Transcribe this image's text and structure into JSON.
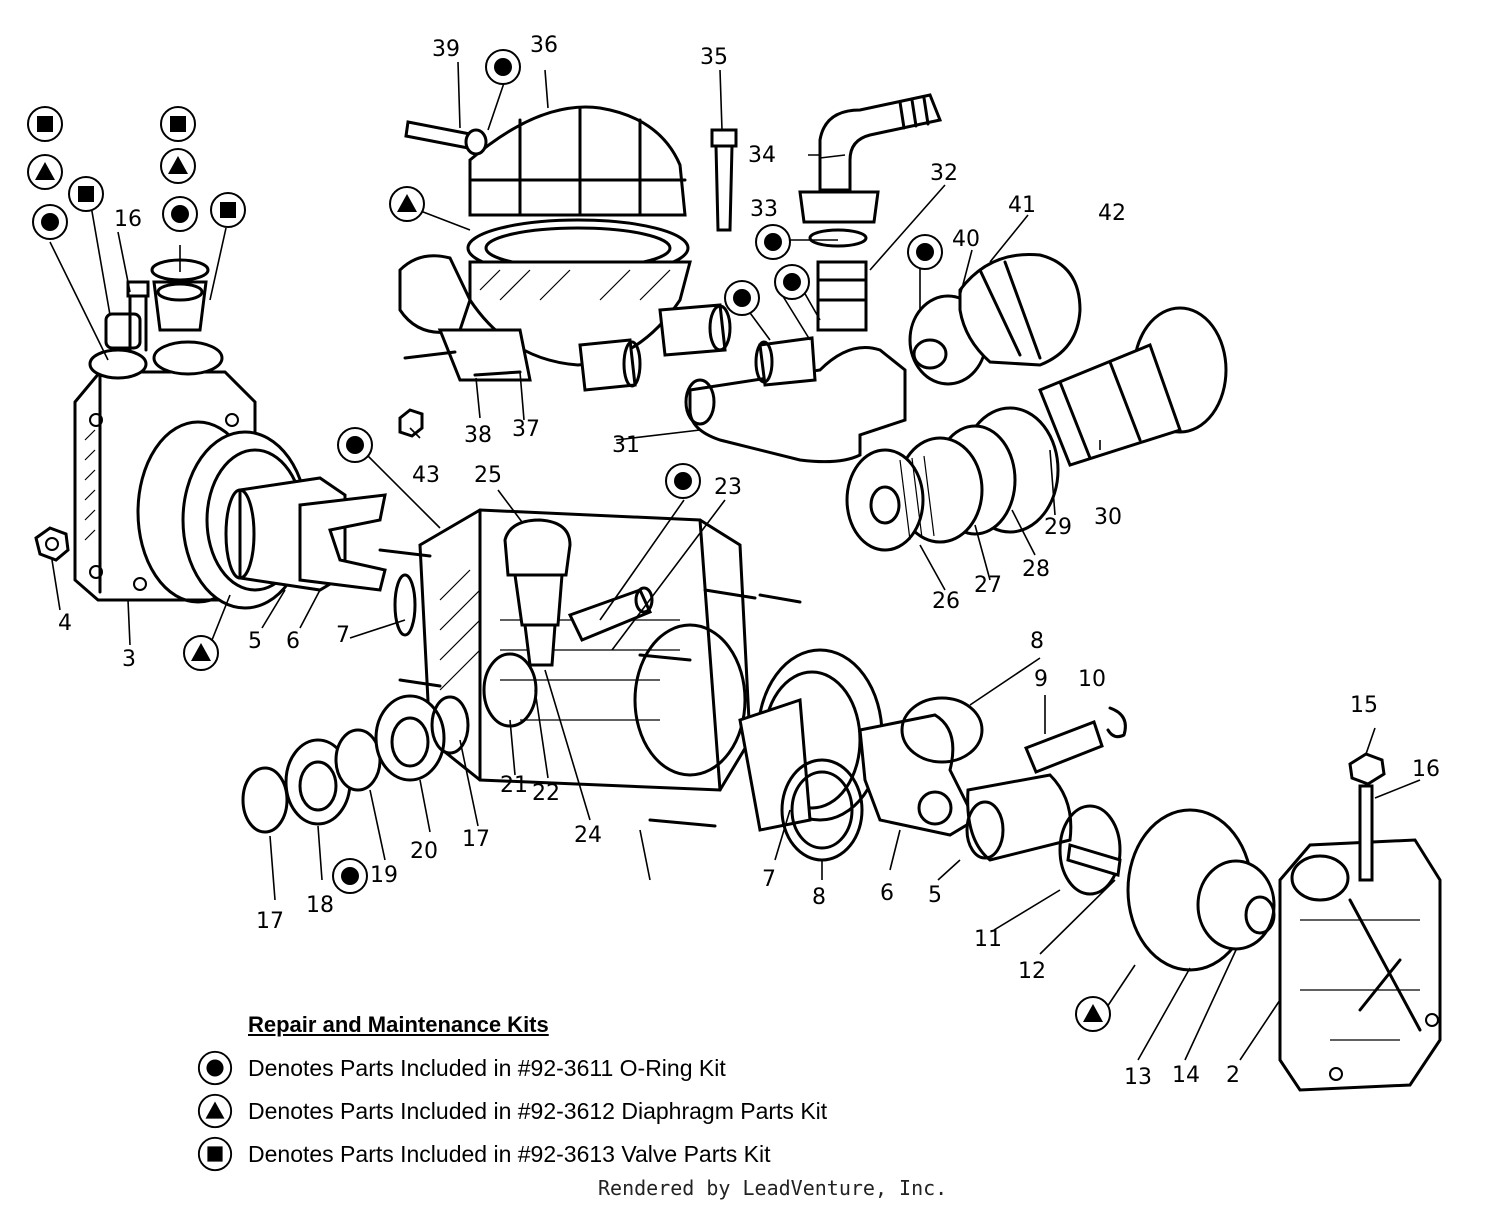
{
  "legend": {
    "title": "Repair and Maintenance Kits",
    "items": [
      {
        "symbol": "circle",
        "text": "Denotes Parts Included in #92-3611 O-Ring Kit"
      },
      {
        "symbol": "triangle",
        "text": "Denotes Parts Included in #92-3612 Diaphragm Parts Kit"
      },
      {
        "symbol": "square",
        "text": "Denotes Parts Included in #92-3613 Valve Parts Kit"
      }
    ]
  },
  "credit": "Rendered by LeadVenture, Inc.",
  "callouts": [
    "39",
    "36",
    "35",
    "34",
    "33",
    "32",
    "41",
    "42",
    "40",
    "16",
    "38",
    "37",
    "31",
    "43",
    "25",
    "23",
    "4",
    "3",
    "5",
    "6",
    "7",
    "30",
    "29",
    "28",
    "27",
    "26",
    "8",
    "9",
    "10",
    "15",
    "16",
    "21",
    "22",
    "24",
    "20",
    "17",
    "19",
    "18",
    "17",
    "7",
    "8",
    "6",
    "5",
    "11",
    "12",
    "13",
    "14",
    "2"
  ]
}
